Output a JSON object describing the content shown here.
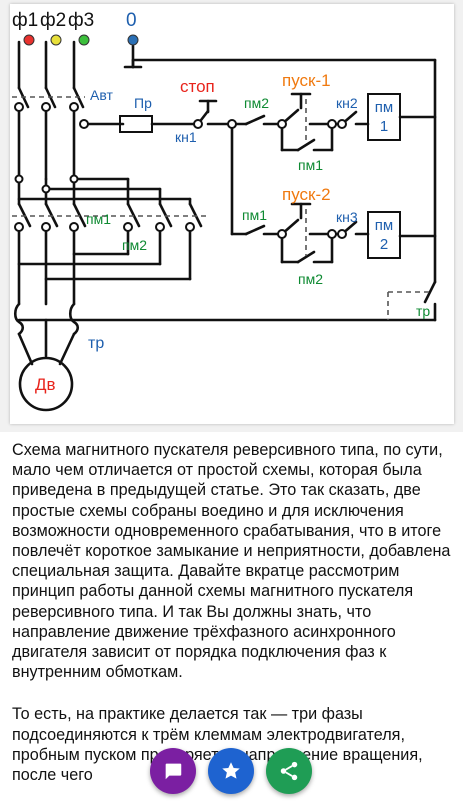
{
  "diagram": {
    "phase1": "ф1",
    "phase2": "ф2",
    "phase3": "ф3",
    "neutral": "0",
    "breaker": "Авт",
    "fuse": "Пр",
    "stop": "стоп",
    "kn1": "кн1",
    "pm2_nc_top": "пм2",
    "start1": "пуск-1",
    "kn2": "кн2",
    "pm1_coil": "пм\n1",
    "pm1_hold": "пм1",
    "pm1_main": "пм1",
    "pm2_main": "пм2",
    "pm1_nc_bottom": "пм1",
    "start2": "пуск-2",
    "kn3": "кн3",
    "pm2_coil": "пм\n2",
    "pm2_hold": "пм2",
    "tr_right": "тр",
    "tr_left": "тр",
    "motor": "Дв",
    "colors": {
      "phase1": "#e8322e",
      "phase2": "#e8e03a",
      "phase3": "#3cbf3c",
      "neutral": "#2a6fb5",
      "label_red": "#e8241c",
      "label_orange": "#f07a10",
      "label_green": "#0e8a32",
      "label_blue": "#1e5fae"
    }
  },
  "article": {
    "p1": "Схема магнитного пускателя реверсивного типа, по сути, мало чем отличается от простой схемы, которая была приведена в предыдущей статье. Это так сказать, две простые схемы собраны воедино и для исключения возможности одновременного срабатывания, что в итоге повлечёт короткое замыкание и неприятности, добавлена специальная защита. Давайте вкратце рассмотрим принцип работы данной схемы магнитного пускателя реверсивного типа. И так Вы должны знать, что направление движение трёхфазного асинхронного двигателя зависит от порядка подключения фаз к внутренним обмоткам.",
    "p2": "То есть, на практике делается так — три фазы подсоединяются к трём клеммам электродвигателя, пробным пуском проверяется направление вращения, после чего"
  },
  "fabs": {
    "chat": {
      "icon": "chat-icon",
      "color": "#7b1fa2"
    },
    "star": {
      "icon": "star-icon",
      "color": "#1e63d0"
    },
    "share": {
      "icon": "share-icon",
      "color": "#1f9d55"
    }
  }
}
